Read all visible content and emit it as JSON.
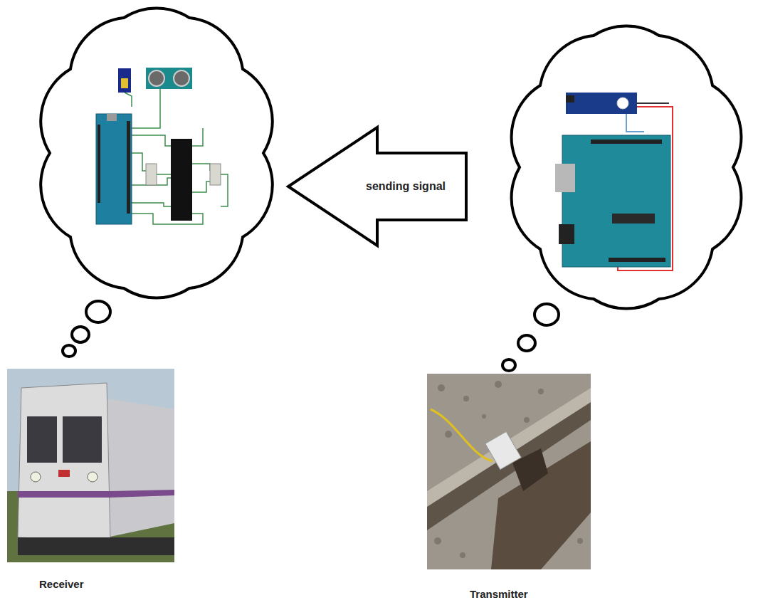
{
  "diagram": {
    "nodes": [
      {
        "text": [
          "Receiver"
        ]
      },
      {
        "text": [
          "Transmitter"
        ]
      }
    ],
    "edges": [
      {
        "from": 1,
        "to": 0,
        "arrow": "to",
        "label": "sending signal"
      }
    ]
  }
}
